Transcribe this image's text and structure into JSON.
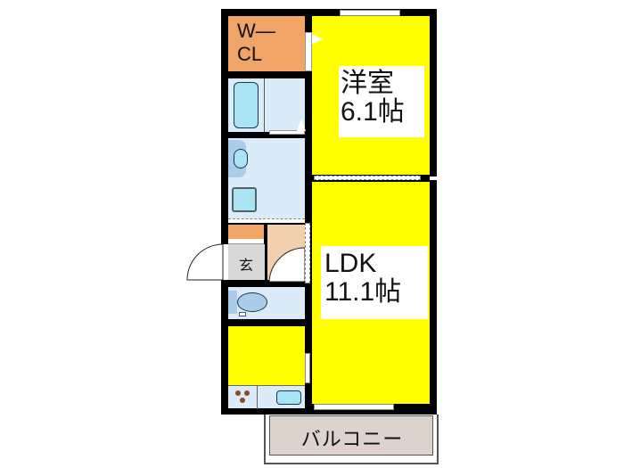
{
  "floorplan": {
    "rooms": {
      "walk_in_closet": {
        "label_line1": "W—",
        "label_line2": "CL"
      },
      "western_room": {
        "name": "洋室",
        "size": "6.1帖"
      },
      "ldk": {
        "name": "LDK",
        "size": "11.1帖"
      },
      "entrance": {
        "label": "玄"
      },
      "balcony": {
        "label": "バルコニー"
      },
      "bathroom": {},
      "washroom": {},
      "toilet": {},
      "kitchen": {}
    },
    "colors": {
      "wall": "#000000",
      "closet": "#F0A468",
      "room_yellow": "#FFFF00",
      "wet_area": "#DCEBF8",
      "fixture": "#A8E4F4",
      "entrance": "#D8D8D8",
      "hallway": "#F2CFAF",
      "balcony": "#DDD3CC",
      "stove_burner": "#8B4A1E"
    }
  }
}
